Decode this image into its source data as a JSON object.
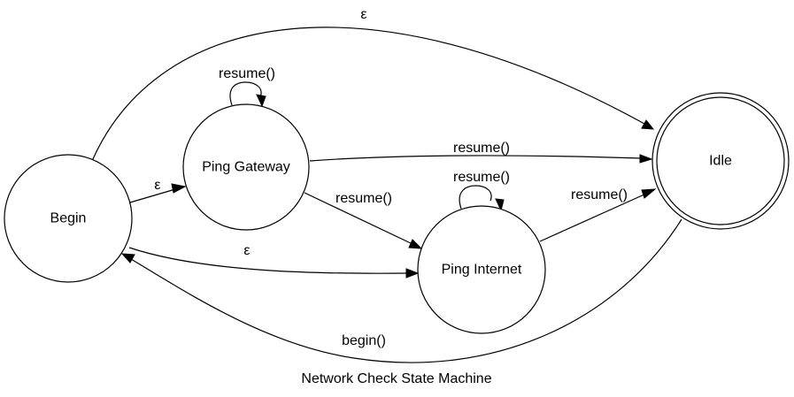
{
  "diagram": {
    "caption": "Network Check State Machine",
    "states": {
      "begin": "Begin",
      "ping_gateway": "Ping Gateway",
      "ping_internet": "Ping Internet",
      "idle": "Idle"
    },
    "transitions": {
      "begin_to_idle": "ε",
      "begin_to_ping_gateway": "ε",
      "begin_to_ping_internet": "ε",
      "ping_gateway_self": "resume()",
      "ping_gateway_to_idle": "resume()",
      "ping_gateway_to_ping_internet": "resume()",
      "ping_internet_self": "resume()",
      "ping_internet_to_idle": "resume()",
      "idle_to_begin": "begin()"
    }
  }
}
